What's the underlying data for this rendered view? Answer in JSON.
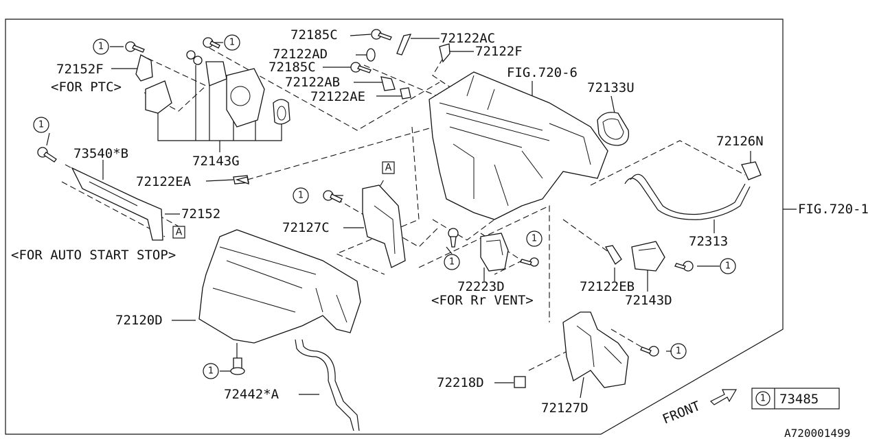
{
  "diagram": {
    "doc_id": "A720001499",
    "callout_symbol": "1",
    "ref_box_symbol": "A",
    "front_label": "FRONT",
    "legend": {
      "symbol": "1",
      "part": "73485"
    },
    "labels": {
      "p72185C_top": "72185C",
      "p72122AC": "72122AC",
      "p72122AD": "72122AD",
      "p72122F": "72122F",
      "p72185C_mid": "72185C",
      "p72122AB": "72122AB",
      "p72122AE": "72122AE",
      "fig720_6": "FIG.720-6",
      "p72133U": "72133U",
      "p72152F": "72152F",
      "for_ptc": "<FOR PTC>",
      "p72143G": "72143G",
      "p73540B": "73540*B",
      "p72122EA": "72122EA",
      "p72152": "72152",
      "for_auto_start_stop": "<FOR AUTO START STOP>",
      "p72126N": "72126N",
      "fig720_1": "FIG.720-1",
      "p72313": "72313",
      "p72127C": "72127C",
      "p72223D": "72223D",
      "for_rr_vent": "<FOR Rr VENT>",
      "p72122EB": "72122EB",
      "p72143D": "72143D",
      "p72120D": "72120D",
      "p72442A": "72442*A",
      "p72218D": "72218D",
      "p72127D": "72127D"
    }
  }
}
